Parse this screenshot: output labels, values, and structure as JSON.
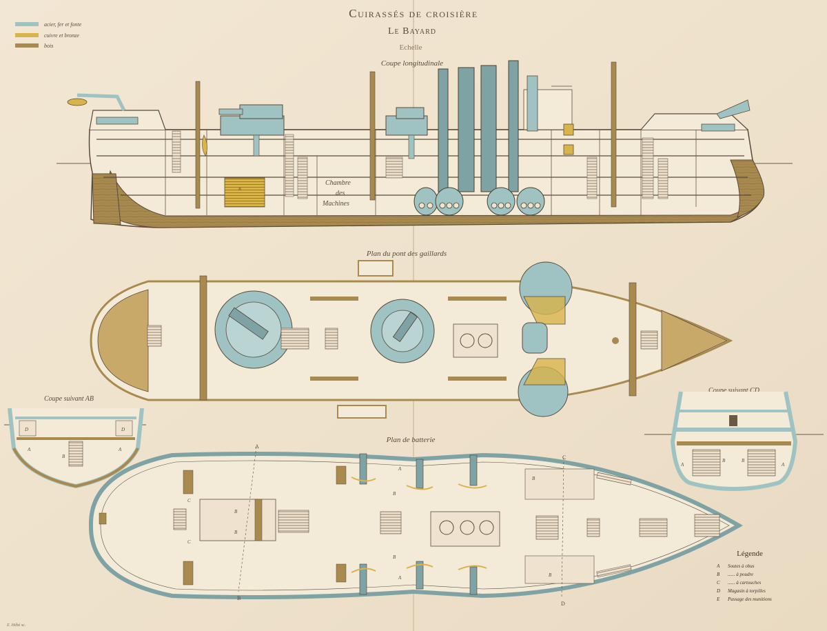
{
  "header": {
    "title": "Cuirassés de croisière",
    "subtitle": "Le Bayard",
    "scale": "Echelle",
    "section_title": "Coupe longitudinale"
  },
  "materials_key": [
    {
      "label": "acier, fer et fonte",
      "color": "#9ec3c2"
    },
    {
      "label": "cuivre et bronze",
      "color": "#d9b44a"
    },
    {
      "label": "bois",
      "color": "#a88a4e"
    }
  ],
  "labels": {
    "chambre": [
      "Chambre",
      "des",
      "Machines"
    ],
    "plan_gaillards": "Plan du pont des gaillards",
    "coupe_ab": "Coupe suivant AB",
    "coupe_cd": "Coupe suivant CD",
    "plan_batterie": "Plan de batterie",
    "engraver": "E. Hébé sc."
  },
  "legend": {
    "title": "Légende",
    "items": [
      {
        "key": "A",
        "text": "Soutes à obus"
      },
      {
        "key": "B",
        "text": "...... à poudre"
      },
      {
        "key": "C",
        "text": "...... à cartouches"
      },
      {
        "key": "D",
        "text": "Magasin à torpilles"
      },
      {
        "key": "E",
        "text": "Passage des munitions"
      }
    ]
  },
  "markers": {
    "a": "A",
    "b": "B",
    "c": "C",
    "d": "D"
  },
  "colors": {
    "paper": "#efe3cf",
    "steel": "#9ec3c2",
    "brass": "#d9b44a",
    "wood": "#a88a4e",
    "ink": "#5a4a3a"
  }
}
